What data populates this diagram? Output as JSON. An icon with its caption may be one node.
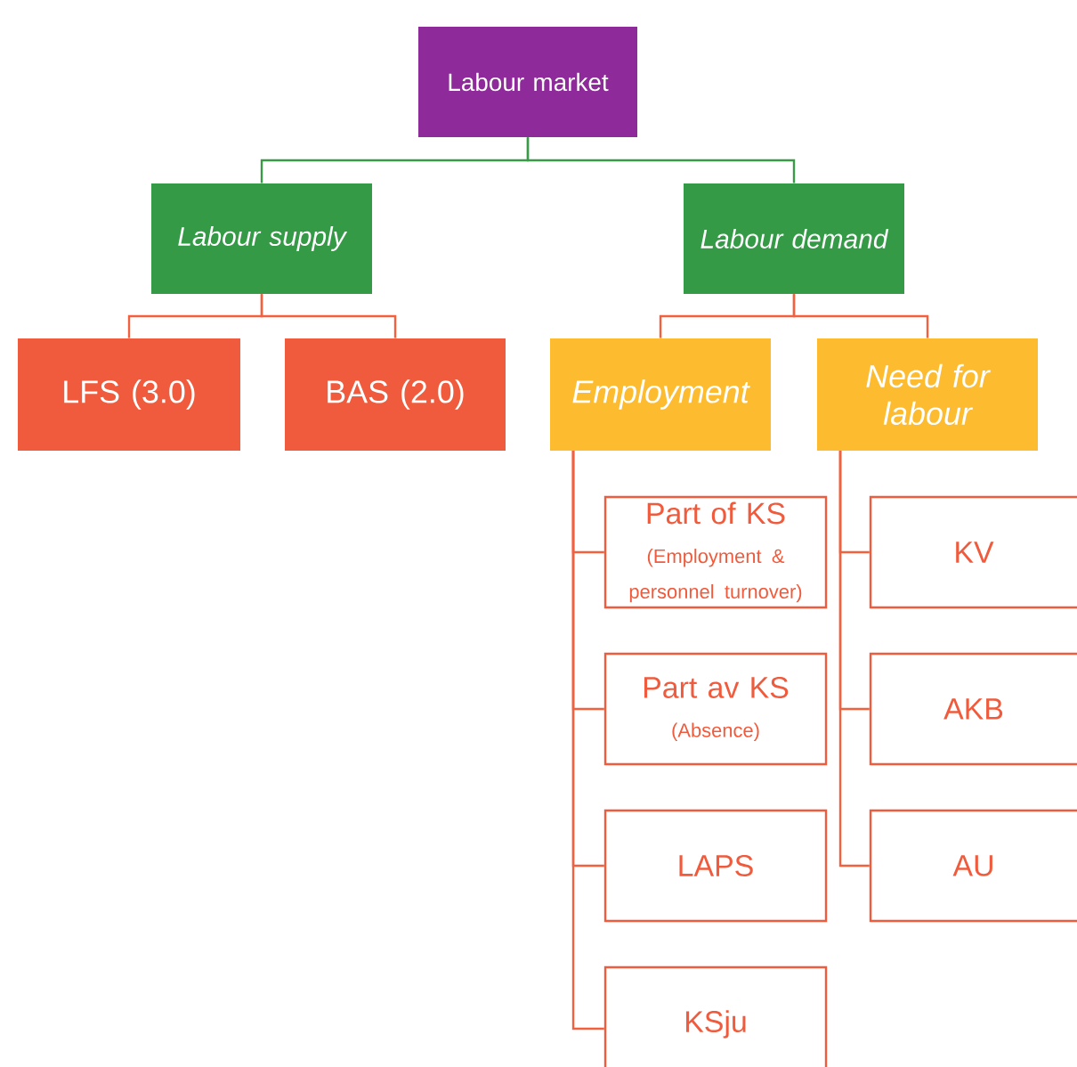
{
  "diagram": {
    "nodes": [
      {
        "text": [
          "Labour market"
        ]
      },
      {
        "text": [
          "Labour supply"
        ]
      },
      {
        "text": [
          "Labour demand"
        ]
      },
      {
        "text": [
          "LFS (3.0)"
        ]
      },
      {
        "text": [
          "BAS (2.0)"
        ]
      },
      {
        "text": [
          "Employment"
        ]
      },
      {
        "text": [
          "Need for labour"
        ]
      },
      {
        "text": [
          "Part of KS",
          "(Employment & personnel turnover)"
        ]
      },
      {
        "text": [
          "Part av KS",
          "(Absence)"
        ]
      },
      {
        "text": [
          "LAPS"
        ]
      },
      {
        "text": [
          "KSju"
        ]
      },
      {
        "text": [
          "KV"
        ]
      },
      {
        "text": [
          "AKB"
        ]
      },
      {
        "text": [
          "AU"
        ]
      }
    ],
    "edges": [
      {
        "from": 0,
        "to": 1,
        "arrow": "none",
        "color": "#3a9a48"
      },
      {
        "from": 0,
        "to": 2,
        "arrow": "none",
        "color": "#3a9a48"
      },
      {
        "from": 1,
        "to": 3,
        "arrow": "none"
      },
      {
        "from": 1,
        "to": 4,
        "arrow": "none"
      },
      {
        "from": 2,
        "to": 5,
        "arrow": "none"
      },
      {
        "from": 2,
        "to": 6,
        "arrow": "none"
      },
      {
        "from": 5,
        "to": 7,
        "arrow": "none"
      },
      {
        "from": 5,
        "to": 8,
        "arrow": "none"
      },
      {
        "from": 5,
        "to": 9,
        "arrow": "none"
      },
      {
        "from": 5,
        "to": 10,
        "arrow": "none"
      },
      {
        "from": 6,
        "to": 11,
        "arrow": "none"
      },
      {
        "from": 6,
        "to": 12,
        "arrow": "none"
      },
      {
        "from": 6,
        "to": 13,
        "arrow": "none"
      }
    ]
  }
}
